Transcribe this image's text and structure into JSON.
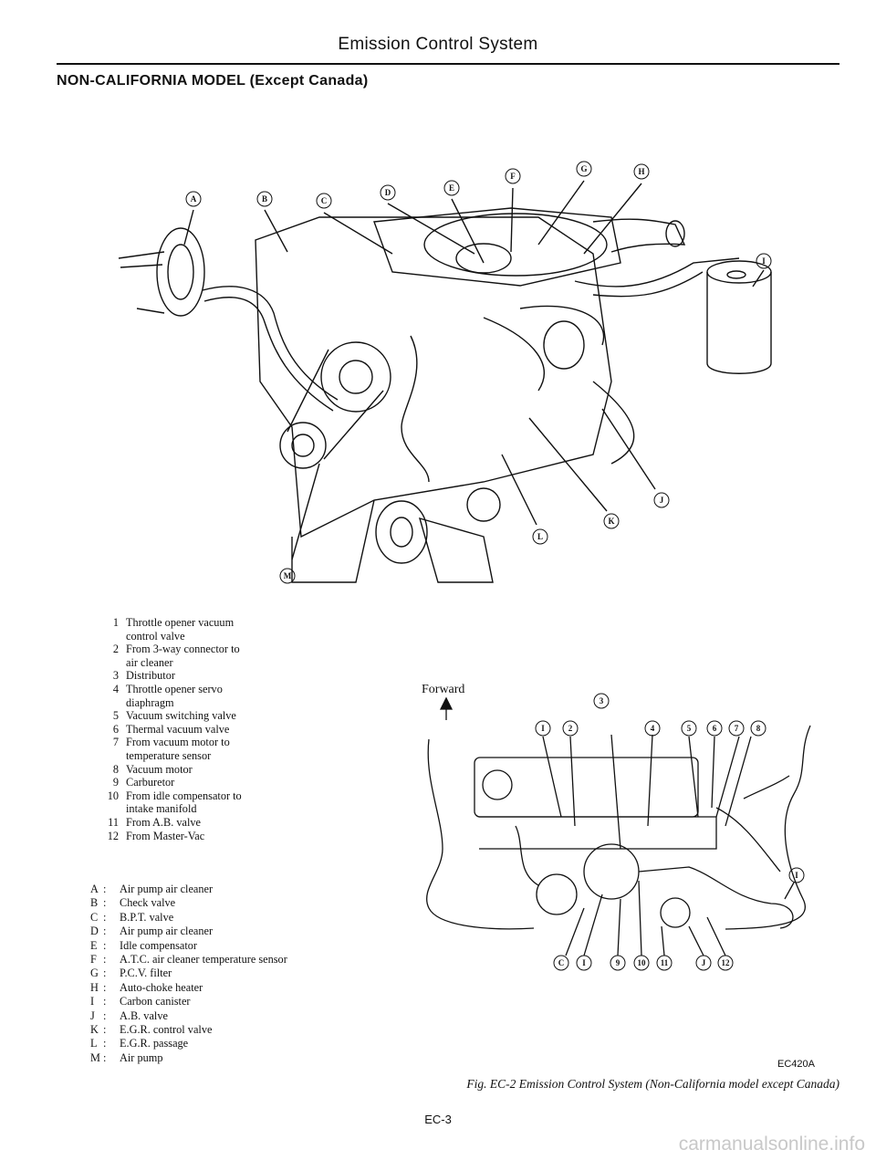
{
  "header": {
    "title": "Emission Control System"
  },
  "section_heading": "NON-CALIFORNIA MODEL (Except Canada)",
  "engine_callouts": [
    "A",
    "B",
    "C",
    "D",
    "E",
    "F",
    "G",
    "H",
    "I",
    "J",
    "K",
    "L",
    "M"
  ],
  "legend_numbers": [
    {
      "n": "1",
      "t": "Throttle opener vacuum\ncontrol valve"
    },
    {
      "n": "2",
      "t": "From 3-way connector to\nair cleaner"
    },
    {
      "n": "3",
      "t": "Distributor"
    },
    {
      "n": "4",
      "t": "Throttle opener servo\ndiaphragm"
    },
    {
      "n": "5",
      "t": "Vacuum switching valve"
    },
    {
      "n": "6",
      "t": "Thermal vacuum valve"
    },
    {
      "n": "7",
      "t": "From vacuum motor to\ntemperature sensor"
    },
    {
      "n": "8",
      "t": "Vacuum motor"
    },
    {
      "n": "9",
      "t": "Carburetor"
    },
    {
      "n": "10",
      "t": "From idle compensator to\nintake manifold"
    },
    {
      "n": "11",
      "t": "From A.B. valve"
    },
    {
      "n": "12",
      "t": "From Master-Vac"
    }
  ],
  "legend_letters": [
    {
      "n": "A",
      "t": "Air pump air cleaner"
    },
    {
      "n": "B",
      "t": "Check valve"
    },
    {
      "n": "C",
      "t": "B.P.T. valve"
    },
    {
      "n": "D",
      "t": "Air pump air cleaner"
    },
    {
      "n": "E",
      "t": "Idle compensator"
    },
    {
      "n": "F",
      "t": "A.T.C. air cleaner temperature sensor"
    },
    {
      "n": "G",
      "t": "P.C.V. filter"
    },
    {
      "n": "H",
      "t": "Auto-choke heater"
    },
    {
      "n": "I",
      "t": "Carbon canister"
    },
    {
      "n": "J",
      "t": "A.B. valve"
    },
    {
      "n": "K",
      "t": "E.G.R. control valve"
    },
    {
      "n": "L",
      "t": "E.G.R. passage"
    },
    {
      "n": "M",
      "t": "Air pump"
    }
  ],
  "schematic": {
    "forward_label": "Forward",
    "top_callouts": [
      "I",
      "2",
      "3",
      "4",
      "5",
      "6",
      "7",
      "8"
    ],
    "bottom_callouts": [
      "C",
      "I",
      "9",
      "10",
      "11",
      "J",
      "12"
    ],
    "side_callout": "I"
  },
  "figure_code": "EC420A",
  "figure_caption": "Fig. EC-2  Emission Control System (Non-California model except Canada)",
  "page_number": "EC-3",
  "watermark": "carmanualsonline.info"
}
